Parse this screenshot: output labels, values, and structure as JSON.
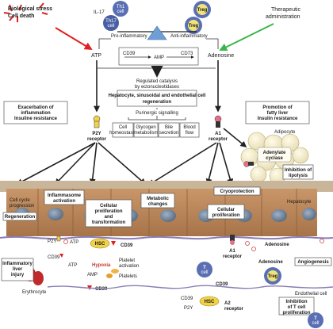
{
  "top_left": [
    "Biological stress",
    "Cell death"
  ],
  "il17": "IL-17",
  "th1": "Th1",
  "th1b": "cell",
  "th17": "Th17",
  "th17b": "cell",
  "treg": "Treg",
  "therapeutic": [
    "Therapeutic",
    "administration"
  ],
  "pro_inflammatory": "Pro-inflammatory",
  "anti_inflammatory": "Anti-inflammatory",
  "atp": "ATP",
  "adenosine": "Adenosine",
  "cd39": "CD39",
  "amp": "AMP",
  "cd73": "CD73",
  "regulated": [
    "Regulated catalysis",
    "by ectonucleotidases"
  ],
  "regeneration_title": [
    "Hepatocyte, sinusoidal and endothelial cell",
    "regeneration"
  ],
  "purinergic": "Purinergic signalling",
  "funcs": [
    [
      "Cell",
      "homeostasis"
    ],
    [
      "Glycogen",
      "metabolism"
    ],
    [
      "Bile",
      "secretion"
    ],
    [
      "Blood",
      "flow"
    ]
  ],
  "exacerbation": [
    "Exacerbation of",
    "inflammation",
    "Insuline resistance"
  ],
  "promotion": [
    "Promotion of",
    "fatty liver",
    "Insulin resistance"
  ],
  "p2y": "P2Y",
  "receptor": "receptor",
  "a1": "A1",
  "adipocyte": "Adipocyte",
  "adenylate": [
    "Adenylate",
    "cyclase"
  ],
  "inhibition_lipolysis": [
    "Inhibition of",
    "lipolysis"
  ],
  "cell_cycle": [
    "Cell cycle",
    "progression"
  ],
  "inflammasome": [
    "Inflammasome",
    "activation"
  ],
  "cell_prolif_transform": [
    "Cellular",
    "proliferation",
    "and",
    "transformation"
  ],
  "metabolic": [
    "Metabolic",
    "changes"
  ],
  "cryoprotection": "Cryoprotection",
  "cell_prolif": [
    "Cellular",
    "proliferation"
  ],
  "hepatocyte": "Hepatocyte",
  "regeneration": "Regeneration",
  "p2y2": "P2Y",
  "hsc": "HSC",
  "a1_receptor": [
    "A1",
    "receptor"
  ],
  "adenosine_r": "Adenosine",
  "cd39_b": "CD39",
  "platelet_activation": [
    "Platelet",
    "activation"
  ],
  "platelets": "Platelets",
  "amp_b": "AMP",
  "atp_b": "ATP",
  "hypoxia": "Hypoxia",
  "inflammatory_injury": [
    "Inflammatory",
    "liver",
    "injury"
  ],
  "erythrocyte": "Erythrocyte",
  "t_cell": "T",
  "t_cell_b": "cell",
  "cd39_c": "CD39",
  "cd39_d": "CD39",
  "treg_b": "Treg",
  "angiogenesis": "Angiogenesis",
  "endothelial": "Endothelial cell",
  "inhibition_tcell": [
    "Inhibition",
    "of T cell",
    "proliferation"
  ],
  "a2_receptor": [
    "A2",
    "receptor"
  ],
  "p2y1": "P2Y",
  "colors": {
    "membrane": "#c9b59a",
    "cell": "#b88a5e",
    "nucleus": "#7d8fa3",
    "treg": "#f0e37a",
    "th": "#5a6fb3",
    "red": "#e02020",
    "green": "#3bb54a",
    "tri": "#6f9ed4"
  }
}
